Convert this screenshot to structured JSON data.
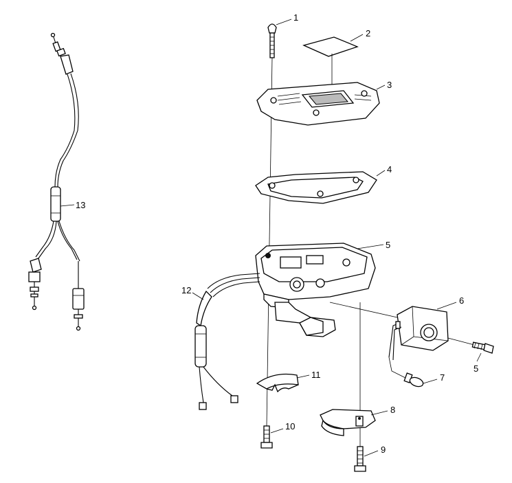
{
  "callouts": {
    "c1": "1",
    "c2": "2",
    "c3": "3",
    "c4": "4",
    "c5a": "5",
    "c5b": "5",
    "c6": "6",
    "c7": "7",
    "c8": "8",
    "c9": "9",
    "c10": "10",
    "c11": "11",
    "c12": "12",
    "c13": "13"
  }
}
